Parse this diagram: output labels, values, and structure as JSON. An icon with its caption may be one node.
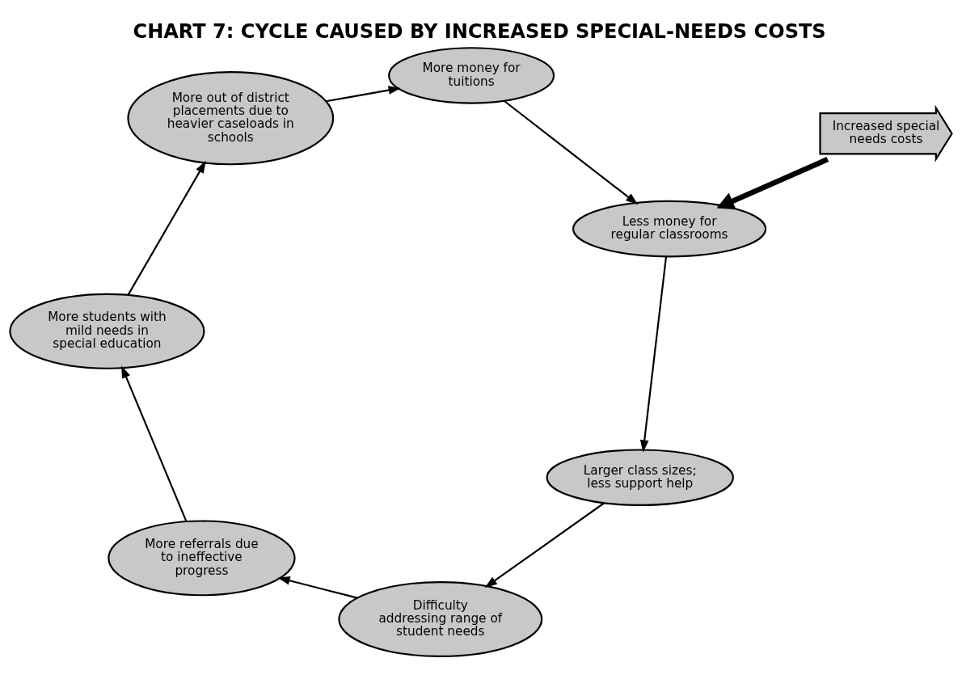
{
  "diagram": {
    "title": "CHART 7: CYCLE CAUSED BY INCREASED SPECIAL-NEEDS COSTS",
    "nodes": [
      {
        "text": [
          "Increased special needs costs"
        ]
      },
      {
        "text": [
          "Less money for regular classrooms"
        ]
      },
      {
        "text": [
          "Larger class sizes; less support help"
        ]
      },
      {
        "text": [
          "Difficulty addressing range of student needs"
        ]
      },
      {
        "text": [
          "More referrals due to ineffective progress"
        ]
      },
      {
        "text": [
          "More students with mild needs in special education"
        ]
      },
      {
        "text": [
          "More out of district placements due to heavier caseloads in schools"
        ]
      },
      {
        "text": [
          "More money for tuitions"
        ]
      }
    ],
    "edges": [
      {
        "from": 0,
        "to": 1,
        "arrow": "to",
        "style": "thick"
      },
      {
        "from": 1,
        "to": 2,
        "arrow": "to"
      },
      {
        "from": 2,
        "to": 3,
        "arrow": "to"
      },
      {
        "from": 3,
        "to": 4,
        "arrow": "to"
      },
      {
        "from": 4,
        "to": 5,
        "arrow": "to"
      },
      {
        "from": 5,
        "to": 6,
        "arrow": "to"
      },
      {
        "from": 6,
        "to": 7,
        "arrow": "to"
      },
      {
        "from": 7,
        "to": 1,
        "arrow": "to"
      }
    ]
  }
}
